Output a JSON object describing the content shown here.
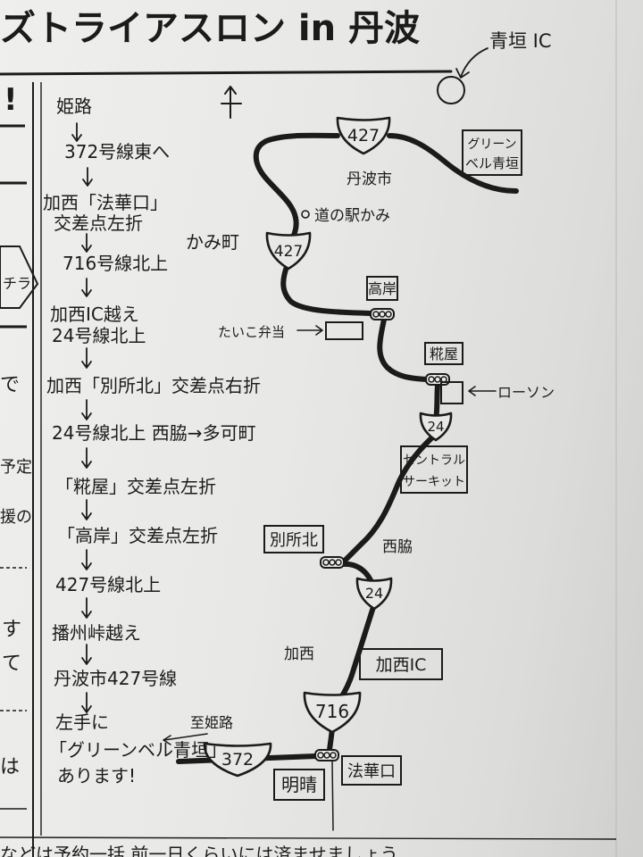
{
  "colors": {
    "ink": "#1b1b1b",
    "paper": "#e8e8e6"
  },
  "header": {
    "title": "ズトライアスロン in 丹波",
    "ic_label": "青垣 IC"
  },
  "side_panel": {
    "exclamation": "!",
    "arrow_label": "チラ",
    "fragments": [
      "で",
      "予定",
      "援の",
      "す",
      "て",
      "は"
    ]
  },
  "directions": [
    "姫路",
    "372号線東へ",
    "加西「法華口」",
    "交差点左折",
    "716号線北上",
    "加西IC越え",
    "24号線北上",
    "加西「別所北」交差点右折",
    "24号線北上 西脇→多可町",
    "「糀屋」交差点左折",
    "「高岸」交差点左折",
    "427号線北上",
    "播州峠越え",
    "丹波市427号線",
    "左手に",
    "「グリーンベル青垣」",
    "あります!"
  ],
  "map": {
    "route_shields": [
      {
        "number": "427"
      },
      {
        "number": "427"
      },
      {
        "number": "24"
      },
      {
        "number": "24"
      },
      {
        "number": "716"
      },
      {
        "number": "372"
      }
    ],
    "places": {
      "green_bell": [
        "グリーン",
        "ベル青垣"
      ],
      "tamba_city": "丹波市",
      "michinoeki": "道の駅かみ",
      "kami_town": "かみ町",
      "takagishi": "高岸",
      "taiko_bento": "たいこ弁当",
      "kojiya": "糀屋",
      "lawson": "ローソン",
      "central_circuit": [
        "セントラル",
        "サーキット"
      ],
      "bessho_kita": "別所北",
      "nishiwaki": "西脇",
      "kasai": "加西",
      "kasai_ic": "加西IC",
      "to_himeji": "至姫路",
      "meisei": "明晴",
      "hokkeguchi": "法華口"
    }
  },
  "footer": {
    "text": "などは予約一括 前一日くらいには済ませましょう"
  }
}
